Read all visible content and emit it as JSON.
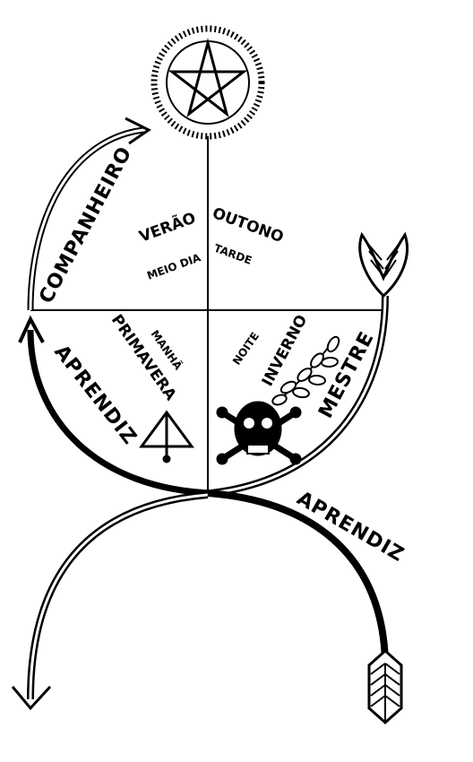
{
  "diagram": {
    "labels": {
      "companheiro": "COMPANHEIRO",
      "aprendiz_left": "APRENDIZ",
      "aprendiz_right": "APRENDIZ",
      "mestre": "MESTRE",
      "verao": "VERÃO",
      "outono": "OUTONO",
      "meio_dia": "MEIO DIA",
      "tarde": "TARDE",
      "primavera": "PRIMAVERA",
      "manha": "MANHÃ",
      "noite": "NOITE",
      "inverno": "INVERNO"
    },
    "icons": [
      "pentagram-star-icon",
      "compass-triangle-icon",
      "skull-crossbones-icon",
      "acacia-branch-icon",
      "arrow-head-icon",
      "arrow-fletching-icon"
    ],
    "colors": {
      "ink": "#000000",
      "paper": "#ffffff"
    }
  }
}
